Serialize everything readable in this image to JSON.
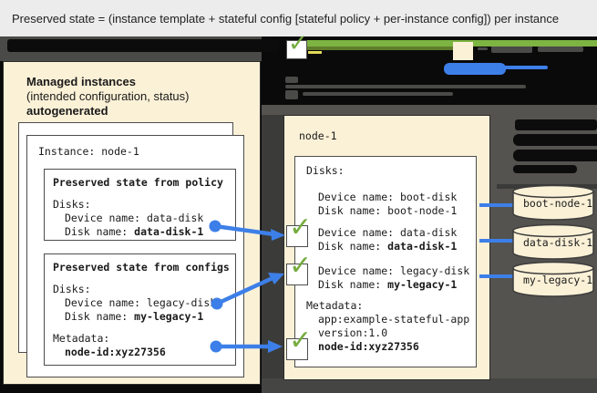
{
  "title": "Preserved state = (instance template + stateful config [stateful policy + per-instance config]) per instance",
  "left_panel": {
    "heading_bold": "Managed instances",
    "heading_sub": "(intended configuration, status)",
    "heading_bold2": "autogenerated",
    "instance_title": "Instance: node-1",
    "policy_box": {
      "title": "Preserved state from policy",
      "disks_label": "Disks:",
      "device_line": "Device name: data-disk",
      "disk_prefix": "Disk name: ",
      "disk_value": "data-disk-1"
    },
    "configs_box": {
      "title": "Preserved state from configs",
      "disks_label": "Disks:",
      "device_line": "Device name: legacy-disk",
      "disk_prefix": "Disk name: ",
      "disk_value": "my-legacy-1",
      "metadata_label": "Metadata:",
      "metadata_value": "node-id:xyz27356"
    }
  },
  "vm_box": {
    "title": "node-1",
    "disks_label": "Disks:",
    "rows": [
      {
        "device": "Device name: boot-disk",
        "disk_prefix": "Disk name: ",
        "disk_value": "boot-node-1"
      },
      {
        "device": "Device name: data-disk",
        "disk_prefix": "Disk name: ",
        "disk_value": "data-disk-1"
      },
      {
        "device": "Device name: legacy-disk",
        "disk_prefix": "Disk name: ",
        "disk_value": "my-legacy-1"
      }
    ],
    "metadata_label": "Metadata:",
    "metadata_line1": "app:example-stateful-app",
    "metadata_line2": "version:1.0",
    "metadata_bold": "node-id:xyz27356"
  },
  "disks": [
    {
      "label": "boot-node-1"
    },
    {
      "label": "data-disk-1"
    },
    {
      "label": "my-legacy-1"
    }
  ],
  "glyphs": {
    "check": "✓"
  },
  "colors": {
    "cream": "#FBF1D7",
    "check_green": "#76AC3F",
    "arrow_green": "#7DB442",
    "arrow_olive": "#607D2B",
    "accent_blue": "#3D7FE8",
    "title_bg": "#ECECEC",
    "dark_gray": "#54534F",
    "black": "#0a0a0a"
  }
}
